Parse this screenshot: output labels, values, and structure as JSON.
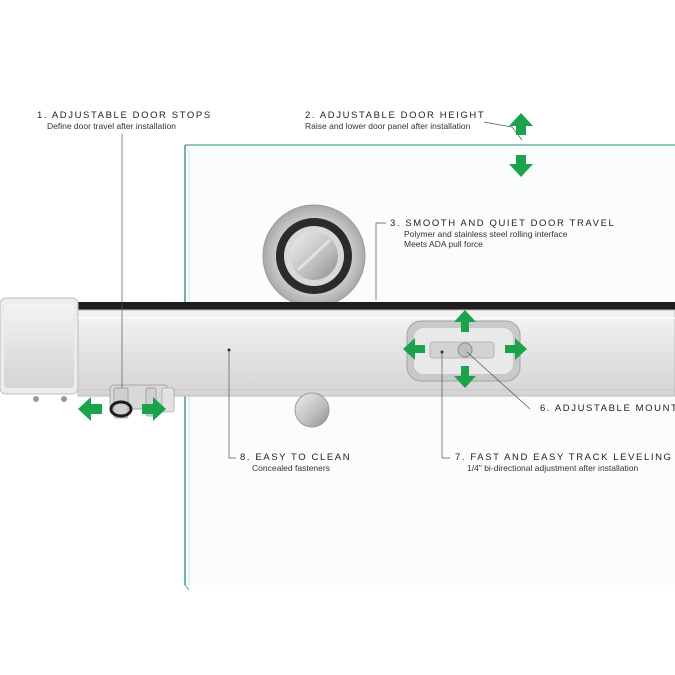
{
  "callouts": [
    {
      "number": "1.",
      "title": "ADJUSTABLE DOOR STOPS",
      "lines": [
        "Define door travel after installation"
      ]
    },
    {
      "number": "2.",
      "title": "ADJUSTABLE DOOR HEIGHT",
      "lines": [
        "Raise and lower door panel after installation"
      ]
    },
    {
      "number": "3.",
      "title": "SMOOTH AND QUIET DOOR TRAVEL",
      "lines": [
        "Polymer and stainless steel rolling interface",
        "Meets ADA pull force"
      ]
    },
    {
      "number": "6.",
      "title": "ADJUSTABLE MOUNT",
      "lines": []
    },
    {
      "number": "7.",
      "title": "FAST AND EASY TRACK LEVELING",
      "lines": [
        "1/4\" bi-directional adjustment after installation"
      ]
    },
    {
      "number": "8.",
      "title": "EASY TO CLEAN",
      "lines": [
        "Concealed fasteners"
      ]
    }
  ],
  "colors": {
    "arrow": "#1aa34a",
    "glass_edge": "#4fa39a",
    "track": "#e6e6e6",
    "text": "#222222"
  },
  "icons": [
    "double-arrow-vertical-icon",
    "double-arrow-horizontal-icon",
    "four-way-arrow-icon"
  ]
}
